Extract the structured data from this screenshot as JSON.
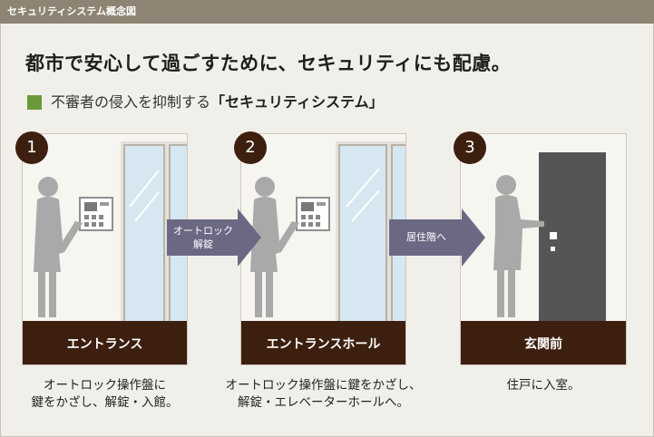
{
  "header": {
    "title": "セキュリティシステム概念図"
  },
  "headline": "都市で安心して過ごすために、セキュリティにも配慮。",
  "subheading": {
    "prefix": "不審者の侵入を抑制する",
    "emphasis": "「セキュリティシステム」"
  },
  "steps": [
    {
      "number": "1",
      "label": "エントランス",
      "caption": [
        "オートロック操作盤に",
        "鍵をかざし、解錠・入館。"
      ]
    },
    {
      "number": "2",
      "label": "エントランスホール",
      "caption": [
        "オートロック操作盤に鍵をかざし、",
        "解錠・エレベーターホールへ。"
      ]
    },
    {
      "number": "3",
      "label": "玄関前",
      "caption": [
        "住戸に入室。"
      ]
    }
  ],
  "arrows": [
    {
      "lines": [
        "オートロック",
        "解錠"
      ]
    },
    {
      "lines": [
        "居住階へ"
      ]
    }
  ],
  "colors": {
    "header_bar": "#8d8473",
    "accent_square": "#6a9a3b",
    "base_band": "#3d1f10",
    "arrow": "#6b6884",
    "door": "#555555",
    "silhouette": "#a9a9a9"
  },
  "icons": [
    "person-silhouette-icon",
    "intercom-panel-icon",
    "glass-door-icon",
    "entrance-door-icon"
  ]
}
